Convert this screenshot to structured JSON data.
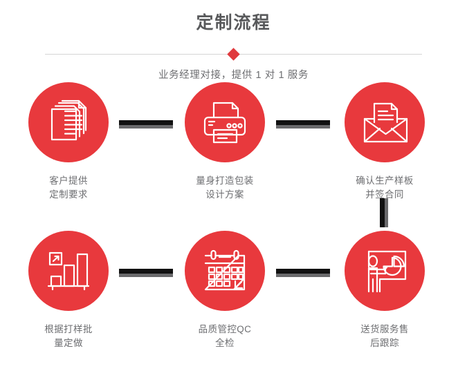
{
  "header": {
    "title": "定制流程",
    "subtitle": "业务经理对接，提供 1 对 1 服务",
    "accent_color": "#e8393d",
    "title_color": "#58595b",
    "divider_color": "#d5d5d5",
    "diamond_icon": "diamond-icon"
  },
  "steps": [
    {
      "id": 1,
      "icon": "documents-stack-icon",
      "caption": "客户提供\n定制要求"
    },
    {
      "id": 2,
      "icon": "printer-icon",
      "caption": "量身打造包装\n设计方案"
    },
    {
      "id": 3,
      "icon": "envelope-open-icon",
      "caption": "确认生产样板\n并签合同"
    },
    {
      "id": 4,
      "icon": "bar-chart-icon",
      "caption": "根据打样批\n量定做"
    },
    {
      "id": 5,
      "icon": "calendar-icon",
      "caption": "品质管控QC\n全检"
    },
    {
      "id": 6,
      "icon": "presentation-icon",
      "caption": "送货服务售\n后跟踪"
    }
  ],
  "connectors": [
    {
      "id": "step1-to-step2",
      "orientation": "horizontal"
    },
    {
      "id": "step2-to-step3",
      "orientation": "horizontal"
    },
    {
      "id": "step3-to-step6",
      "orientation": "vertical"
    },
    {
      "id": "step4-to-step5",
      "orientation": "horizontal"
    },
    {
      "id": "step5-to-step6",
      "orientation": "horizontal"
    }
  ],
  "colors": {
    "circle_fill": "#e8393d",
    "icon_stroke": "#ffffff",
    "connector_dark": "#111111",
    "connector_shadow": "#6a6a6c",
    "caption_color": "#6d6e71"
  }
}
